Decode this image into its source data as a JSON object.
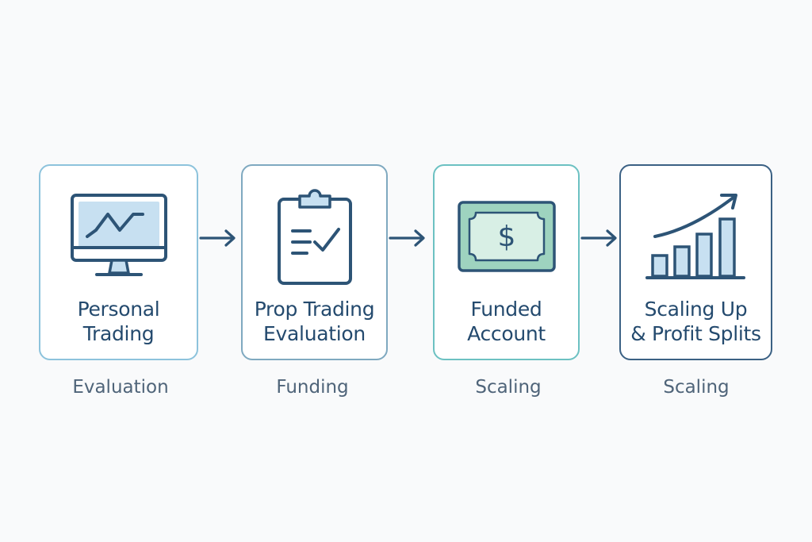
{
  "stages": [
    {
      "title_lines": [
        "Personal",
        "Trading"
      ],
      "label": "Evaluation",
      "icon": "monitor-chart-icon",
      "border_color": "#8dc3dc"
    },
    {
      "title_lines": [
        "Prop Trading",
        "Evaluation"
      ],
      "label": "Funding",
      "icon": "clipboard-check-icon",
      "border_color": "#7fa9c0"
    },
    {
      "title_lines": [
        "Funded",
        "Account"
      ],
      "label": "Scaling",
      "icon": "dollar-bill-icon",
      "border_color": "#6cc1c2"
    },
    {
      "title_lines": [
        "Scaling Up",
        "& Profit Splits"
      ],
      "label": "Scaling",
      "icon": "growth-bar-chart-icon",
      "border_color": "#3b6184"
    }
  ],
  "colors": {
    "text": "#244a6e",
    "label": "#4f6479",
    "icon_stroke": "#2d5476",
    "icon_fill_blue": "#c7e0f1",
    "icon_fill_green": "#9ed3bf",
    "arrow": "#2d5476",
    "background": "#f9fafb"
  }
}
